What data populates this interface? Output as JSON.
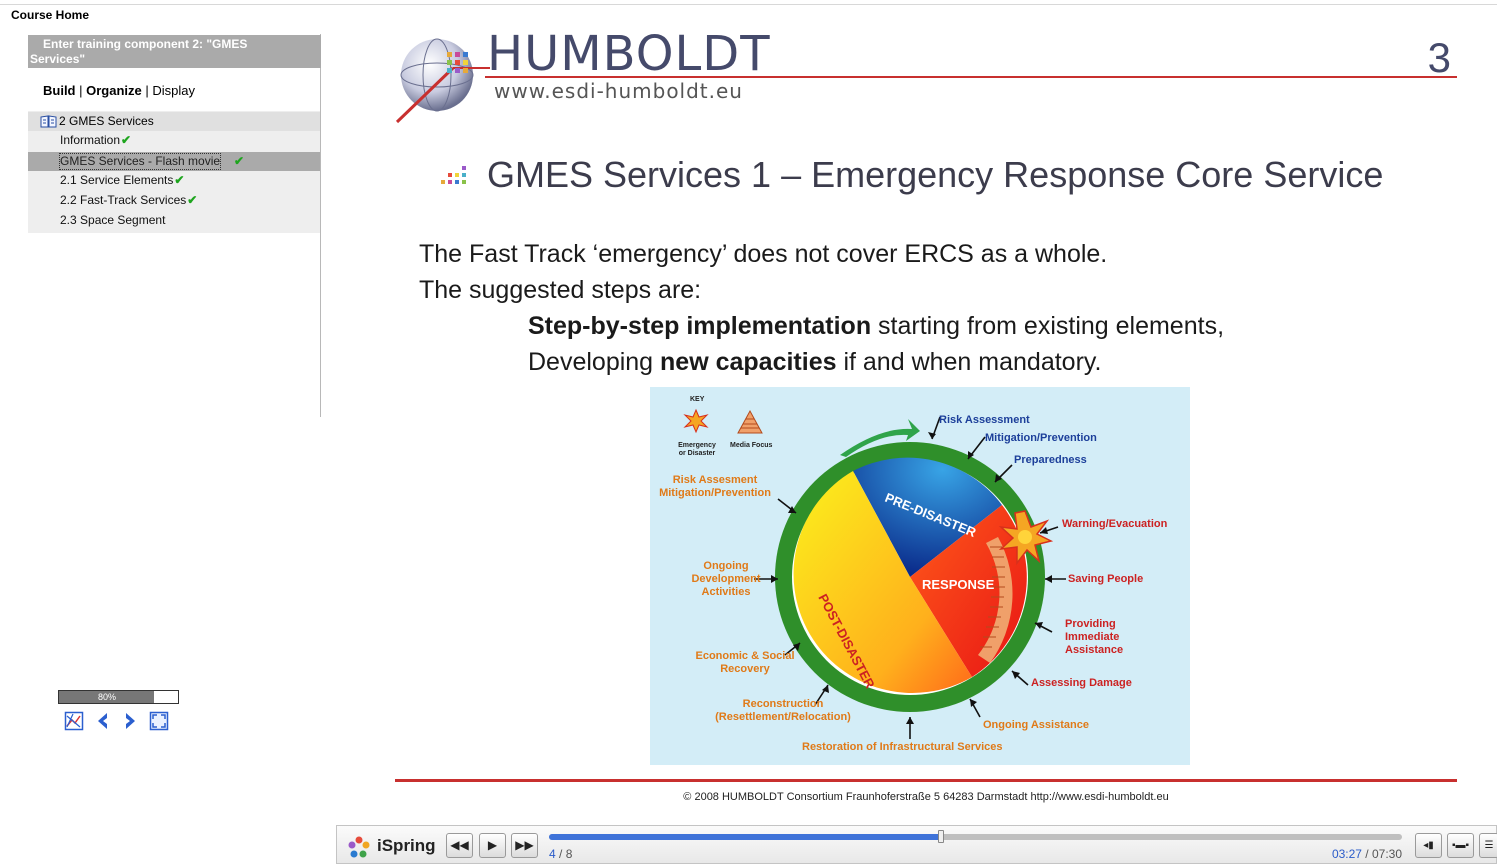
{
  "header": {
    "course_home": "Course Home"
  },
  "sidebar": {
    "banner_line1": "Enter training component 2: \"GMES",
    "banner_line2": "Services\"",
    "nav_build": "Build",
    "nav_sep1": " | ",
    "nav_organize": "Organize",
    "nav_sep2": " | ",
    "nav_display": "Display",
    "toc_heading": "2 GMES Services",
    "toc_items": [
      {
        "label": "Information",
        "done": "✔"
      },
      {
        "label": "GMES Services - Flash movie",
        "done": "✔"
      },
      {
        "label": "2.1 Service Elements",
        "done": "✔"
      },
      {
        "label": "2.2 Fast-Track Services",
        "done": "✔"
      },
      {
        "label": "2.3 Space Segment",
        "done": ""
      }
    ],
    "progress_label": "80%",
    "progress_value": 0.8
  },
  "slide": {
    "logo_text": "HUMBOLDT",
    "logo_url": "www.esdi-humboldt.eu",
    "number": "3",
    "title": "GMES Services 1 – Emergency Response Core Service",
    "line1": "The Fast Track ‘emergency’ does not cover ERCS as a whole.",
    "line2": "The suggested steps are:",
    "line3_bold": "Step-by-step implementation",
    "line3_rest": " starting from existing elements,",
    "line4_pre": "Developing ",
    "line4_bold": "new capacities",
    "line4_rest": " if and when mandatory.",
    "footer": "© 2008 HUMBOLDT Consortium   Fraunhoferstraße 5   64283 Darmstadt  http://www.esdi-humboldt.eu",
    "diagram": {
      "key": "KEY",
      "key_emergency": "Emergency or Disaster",
      "key_media": "Media Focus",
      "pre": "PRE-DISASTER",
      "response": "RESPONSE",
      "post": "POST-DISASTER",
      "risk_assessment": "Risk Assessment",
      "mitigation": "Mitigation/Prevention",
      "preparedness": "Preparedness",
      "warning": "Warning/Evacuation",
      "saving": "Saving People",
      "providing": "Providing Immediate Assistance",
      "assessing": "Assessing Damage",
      "ongoing_assistance": "Ongoing Assistance",
      "restoration": "Restoration of Infrastructural Services",
      "reconstruction": "Reconstruction (Resettlement/Relocation)",
      "economic": "Economic & Social Recovery",
      "ongoing_dev": "Ongoing Development Activities",
      "risk_mitigation": "Risk Assesment Mitigation/Prevention"
    }
  },
  "player": {
    "brand": "iSpring",
    "current_slide": "4",
    "total_slides": " / 8",
    "time_current": "03:27",
    "time_total": " / 07:30",
    "played_fraction": 0.46
  }
}
